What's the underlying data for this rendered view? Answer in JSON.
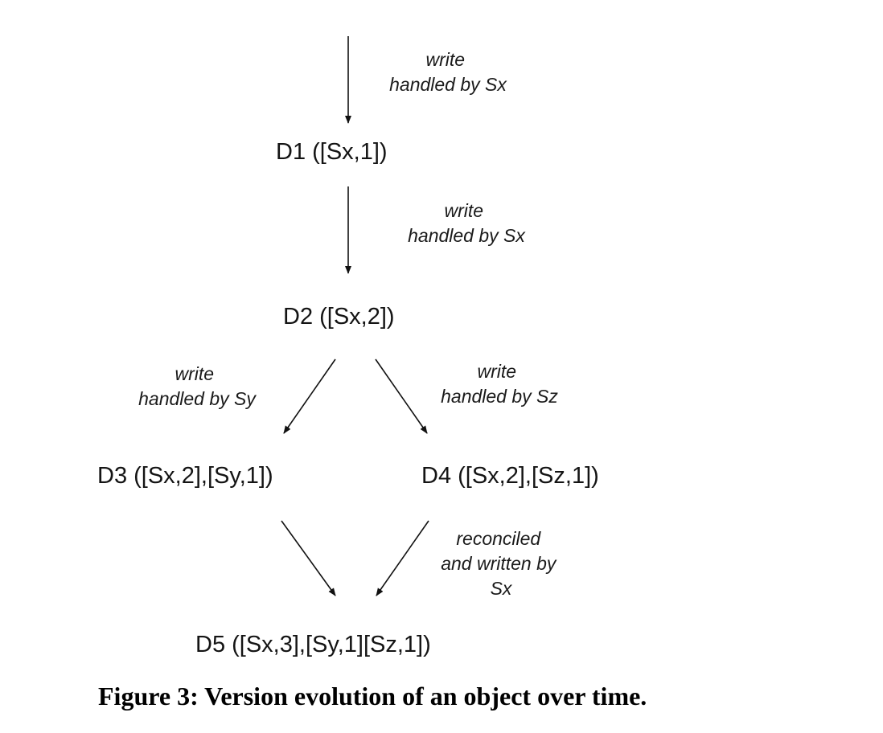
{
  "nodes": {
    "d1": "D1 ([Sx,1])",
    "d2": "D2 ([Sx,2])",
    "d3": "D3 ([Sx,2],[Sy,1])",
    "d4": "D4 ([Sx,2],[Sz,1])",
    "d5": "D5 ([Sx,3],[Sy,1][Sz,1])"
  },
  "edges": {
    "in_d1": [
      "write",
      "handled by Sx"
    ],
    "d1_d2": [
      "write",
      "handled by Sx"
    ],
    "d2_d3": [
      "write",
      "handled by Sy"
    ],
    "d2_d4": [
      "write",
      "handled by Sz"
    ],
    "d4_d5": [
      "reconciled",
      "and written by",
      "Sx"
    ]
  },
  "caption": "Figure 3: Version evolution of an object over time."
}
